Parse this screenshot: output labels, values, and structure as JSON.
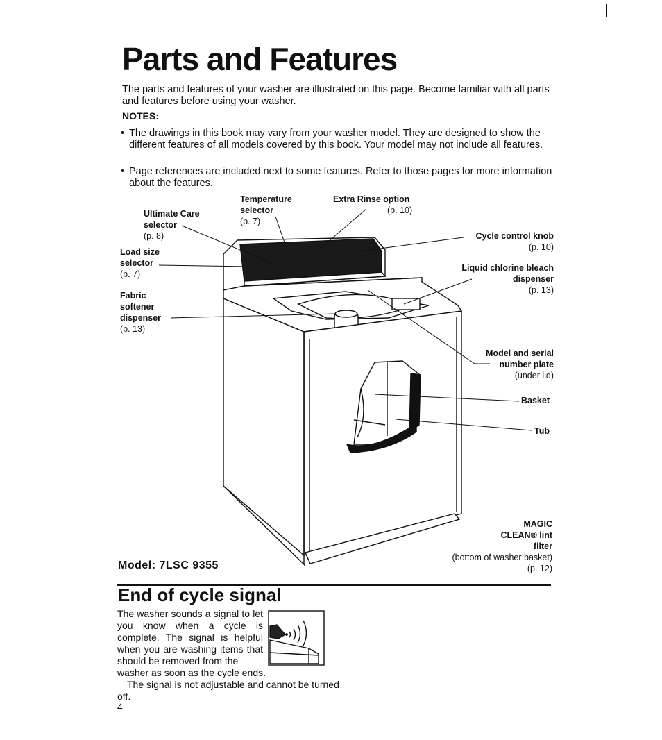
{
  "page": {
    "title": "Parts and Features",
    "intro": "The parts and features of your washer are illustrated on this page. Become familiar with all parts and features before using your washer.",
    "notes_heading": "NOTES:",
    "notes": [
      "The drawings in this book may vary from your washer model. They are designed to show the different features of all models covered by this book. Your model may not include all features.",
      "Page references are included next to some features. Refer to those pages for more information about the features."
    ],
    "page_number": "4"
  },
  "labels": {
    "ultimate_care": {
      "name": "Ultimate Care selector",
      "ref": "(p. 8)"
    },
    "load_size": {
      "name": "Load size selector",
      "ref": "(p. 7)"
    },
    "fabric_softener": {
      "name": "Fabric softener dispenser",
      "ref": "(p. 13)"
    },
    "temperature": {
      "name": "Temperature selector",
      "ref": "(p. 7)"
    },
    "extra_rinse": {
      "name": "Extra Rinse option",
      "ref": "(p. 10)"
    },
    "cycle_knob": {
      "name": "Cycle control knob",
      "ref": "(p. 10)"
    },
    "bleach": {
      "name": "Liquid chlorine bleach dispenser",
      "ref": "(p. 13)"
    },
    "model_plate": {
      "name": "Model and serial number plate",
      "ref": "(under lid)"
    },
    "basket": {
      "name": "Basket"
    },
    "tub": {
      "name": "Tub"
    },
    "lint_filter": {
      "name": "MAGIC CLEAN® lint filter",
      "note": "(bottom of washer basket)",
      "ref": "(p. 12)"
    }
  },
  "model": "Model: 7LSC 9355",
  "signal": {
    "title": "End of cycle signal",
    "text1": "The washer sounds a signal to let you know when a cycle is complete. The signal is helpful when you are washing items that should be removed from the",
    "text2": "washer as soon as the cycle ends.",
    "text3": "The signal is not adjustable and cannot be turned off."
  }
}
